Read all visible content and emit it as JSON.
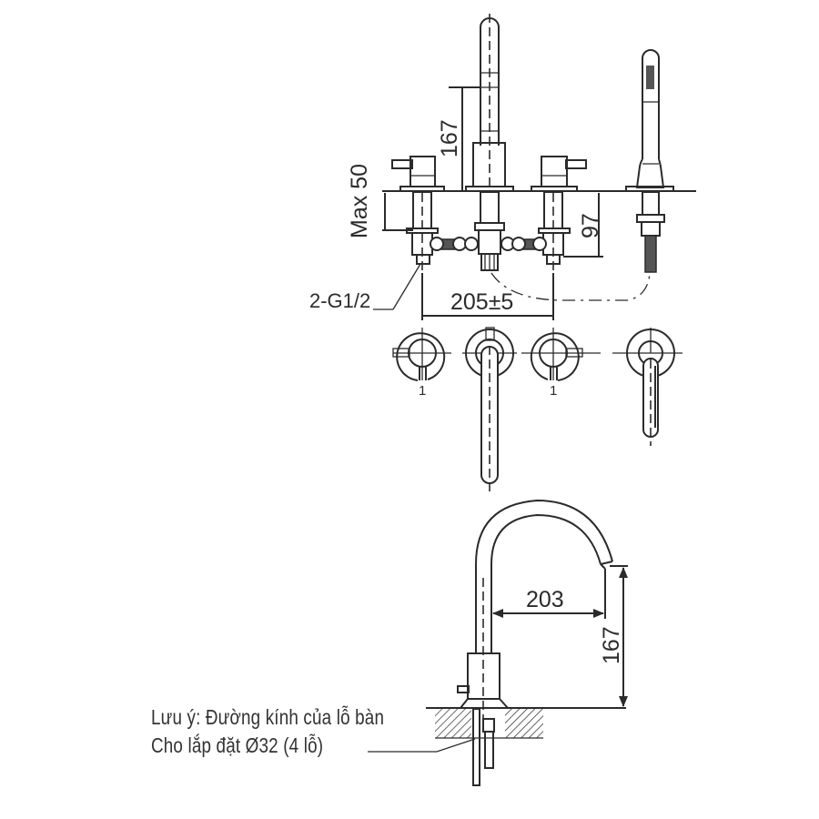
{
  "drawing": {
    "title": "Bathtub faucet 4-hole technical drawing",
    "dimensions": {
      "spout_height": "167",
      "max_deck_thickness": "Max 50",
      "below_deck_depth": "97",
      "center_spacing": "205±5",
      "inlet_thread": "2-G1/2",
      "spout_reach": "203",
      "side_spout_height": "167",
      "handle_mark_left": "1",
      "handle_mark_right": "1"
    },
    "note": {
      "line1": "Lưu ý: Đường kính của lỗ bàn",
      "line2": "Cho lắp đặt Ø32 (4 lỗ)"
    },
    "colors": {
      "line": "#2b2b2b",
      "background": "#ffffff",
      "hatch": "#2b2b2b"
    }
  }
}
